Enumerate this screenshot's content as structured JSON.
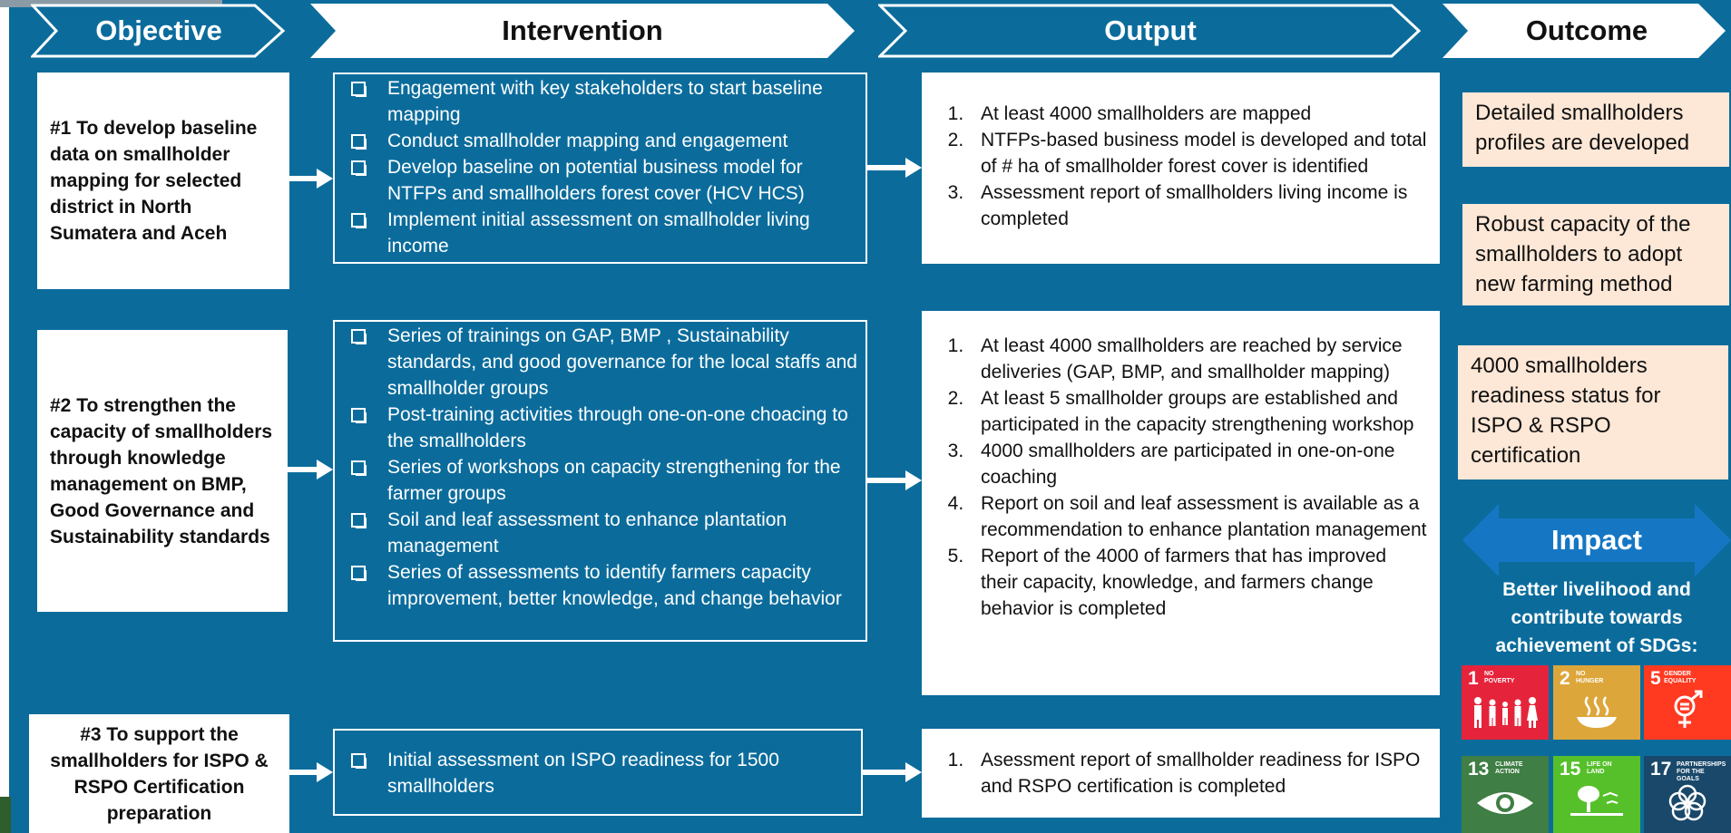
{
  "headers": {
    "objective": "Objective",
    "intervention": "Intervention",
    "output": "Output",
    "outcome": "Outcome"
  },
  "objectives": [
    "#1 To develop baseline data on smallholder mapping for selected district in North Sumatera and Aceh",
    "#2  To strengthen the capacity of smallholders through knowledge management on BMP, Good Governance and Sustainability standards",
    "#3 To support the smallholders for ISPO & RSPO Certification preparation"
  ],
  "interventions": [
    [
      "Engagement with key stakeholders to start baseline mapping",
      "Conduct  smallholder mapping and engagement",
      "Develop baseline on potential business model for NTFPs and smallholders forest cover (HCV HCS)",
      "Implement initial assessment on smallholder living income"
    ],
    [
      "Series of trainings on GAP, BMP , Sustainability standards, and good governance for the local staffs and smallholder groups",
      "Post-training activities through one-on-one choacing to the smallholders",
      "Series of workshops on capacity strengthening for the farmer groups",
      "Soil and  leaf assessment to enhance plantation management",
      "Series of assessments to identify farmers capacity improvement, better knowledge, and change behavior"
    ],
    [
      "Initial assessment  on ISPO readiness for 1500 smallholders"
    ]
  ],
  "outputs": [
    [
      "At least  4000 smallholders are mapped",
      "NTFPs-based business model is developed and total of # ha of smallholder forest cover is identified",
      "Assessment report of smallholders living income is completed"
    ],
    [
      "At least 4000 smallholders  are reached by service deliveries (GAP, BMP, and smallholder mapping)",
      "At least 5 smallholder groups  are established and participated in the capacity strengthening workshop",
      "4000 smallholders are participated in one-on-one coaching",
      "Report on soil and leaf assessment is available as a recommendation to enhance plantation management",
      "Report of  the  4000 of farmers that has improved their capacity, knowledge, and farmers change behavior is completed"
    ],
    [
      "Asessment report of smallholder readiness for ISPO and RSPO  certification is completed"
    ]
  ],
  "outcomes": [
    "Detailed smallholders profiles are developed",
    "Robust capacity of the smallholders to adopt new farming method",
    "4000 smallholders readiness status  for ISPO  & RSPO certification"
  ],
  "impact": {
    "label": "Impact",
    "text": "Better livelihood and contribute towards achievement of SDGs:"
  },
  "sdgs": [
    {
      "num": "1",
      "title": "No Poverty",
      "color": "#e5243b",
      "icon": "family-icon"
    },
    {
      "num": "2",
      "title": "No Hunger",
      "color": "#dda63a",
      "icon": "bowl-icon"
    },
    {
      "num": "5",
      "title": "Gender Equality",
      "color": "#ff3a21",
      "icon": "gender-icon"
    },
    {
      "num": "13",
      "title": "Climate Action",
      "color": "#3f7e44",
      "icon": "eye-icon"
    },
    {
      "num": "15",
      "title": "Life On Land",
      "color": "#56c02b",
      "icon": "tree-icon"
    },
    {
      "num": "17",
      "title": "Partnerships For The Goals",
      "color": "#19486a",
      "icon": "rings-icon"
    }
  ],
  "colors": {
    "panel": "#0b6c9c",
    "outcome_box": "#fde7d6",
    "impact_arrow": "#1577c4"
  }
}
